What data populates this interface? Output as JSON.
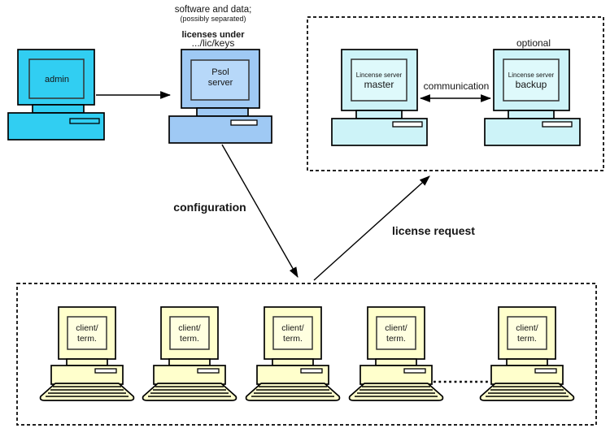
{
  "colors": {
    "admin_fill": "#31CEF2",
    "psol_fill": "#9FC9F4",
    "psol_screen_fill": "#B7D8F9",
    "server_fill": "#CDF3F8",
    "server_screen_fill": "#DEF9FB",
    "client_fill": "#FFFFCC",
    "client_screen_fill": "#FFFFE0",
    "line_color": "#000000"
  },
  "admin": {
    "screen_label": "admin"
  },
  "psol_server": {
    "annotation": {
      "line1": "software and data;",
      "line2": "(possibly separated)",
      "line3": "licenses under",
      "line4": ".../lic/keys"
    },
    "screen_line1": "Psol",
    "screen_line2": "server"
  },
  "license_server_group": {
    "optional_label": "optional",
    "communication_label": "communication",
    "master": {
      "screen_line1": "Lincense server",
      "screen_line2": "master"
    },
    "backup": {
      "screen_line1": "Lincense server",
      "screen_line2": "backup"
    }
  },
  "labels": {
    "configuration": "configuration",
    "license_request": "license request"
  },
  "clients": {
    "items": [
      {
        "screen_line1": "client/",
        "screen_line2": "term."
      },
      {
        "screen_line1": "client/",
        "screen_line2": "term."
      },
      {
        "screen_line1": "client/",
        "screen_line2": "term."
      },
      {
        "screen_line1": "client/",
        "screen_line2": "term."
      },
      {
        "screen_line1": "client/",
        "screen_line2": "term."
      }
    ]
  }
}
